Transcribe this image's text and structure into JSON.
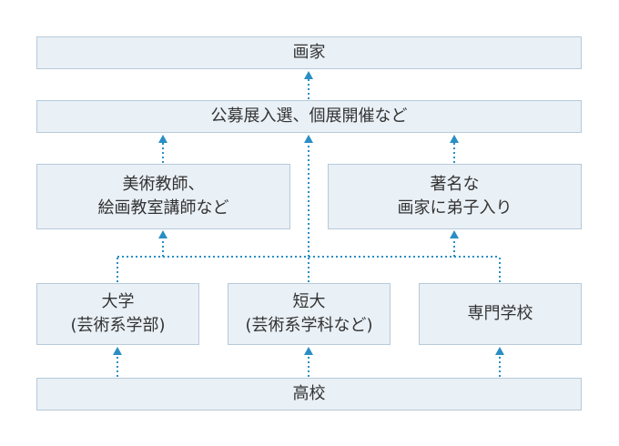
{
  "colors": {
    "box_fill": "#e9f0f6",
    "box_border": "#b7cad9",
    "connector": "#2a8ec4",
    "text": "#333333"
  },
  "nodes": {
    "painter": "画家",
    "exhibition": "公募展入選、個展開催など",
    "teacher": "美術教師、\n絵画教室講師など",
    "apprentice": "著名な\n画家に弟子入り",
    "university": "大学\n(芸術系学部)",
    "junior_college": "短大\n(芸術系学科など)",
    "vocational": "専門学校",
    "high_school": "高校"
  },
  "edges": [
    [
      "high_school",
      "university"
    ],
    [
      "high_school",
      "junior_college"
    ],
    [
      "high_school",
      "vocational"
    ],
    [
      "university",
      "teacher"
    ],
    [
      "junior_college",
      "teacher"
    ],
    [
      "vocational",
      "teacher"
    ],
    [
      "university",
      "apprentice"
    ],
    [
      "junior_college",
      "apprentice"
    ],
    [
      "vocational",
      "apprentice"
    ],
    [
      "junior_college",
      "exhibition"
    ],
    [
      "teacher",
      "exhibition"
    ],
    [
      "apprentice",
      "exhibition"
    ],
    [
      "exhibition",
      "painter"
    ]
  ]
}
